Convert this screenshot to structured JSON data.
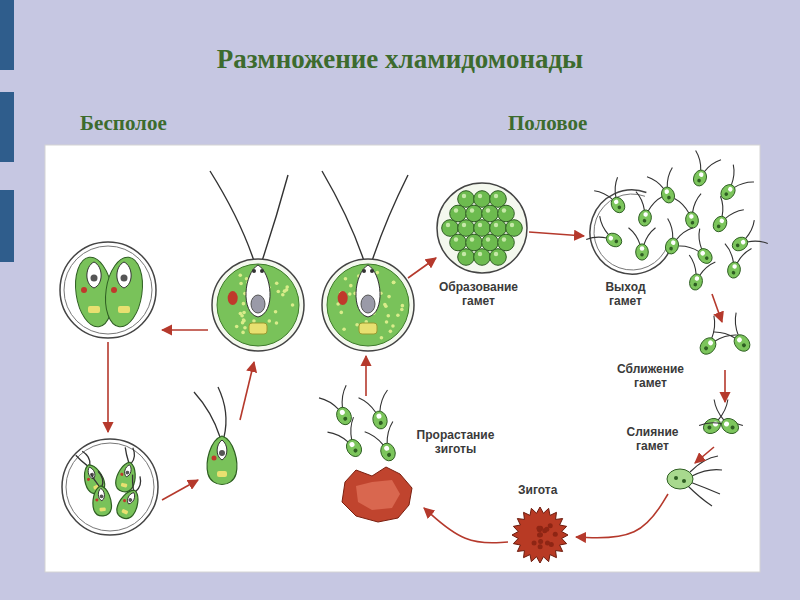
{
  "diagram": {
    "title": "Размножение хламидомонады",
    "labels": [
      "Бесполое",
      "Половое",
      "Образование гамет",
      "Выход гамет",
      "Сближение гамет",
      "Слияние гамет",
      "Зигота",
      "Прорастание зиготы"
    ]
  }
}
